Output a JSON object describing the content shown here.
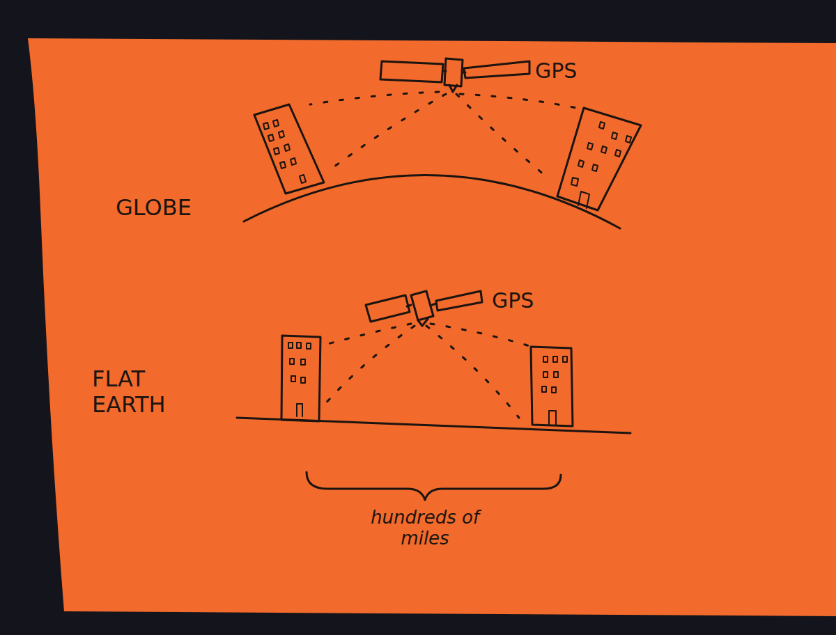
{
  "diagram": {
    "labels": [
      "GPS",
      "GLOBE",
      "GPS",
      "FLAT EARTH",
      "hundreds of miles"
    ]
  }
}
